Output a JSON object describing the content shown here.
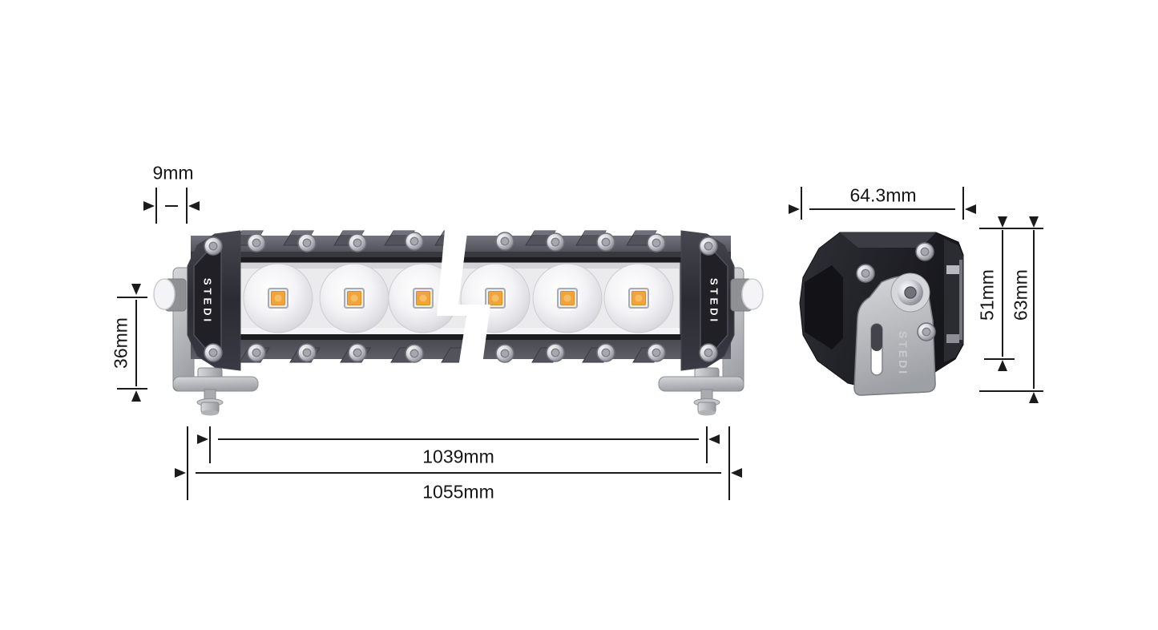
{
  "brand": {
    "front_left_cap": "STEDI",
    "front_right_cap": "STEDI",
    "side_bracket": "STEDI"
  },
  "dimensions": {
    "bracket_bolt_gap": "9mm",
    "bracket_height": "36mm",
    "mounting_centres": "1039mm",
    "overall_length": "1055mm",
    "body_depth": "64.3mm",
    "body_height": "51mm",
    "overall_height": "63mm"
  },
  "led_count": 6,
  "colors": {
    "led_chip": "#f0a43c",
    "dimension_line": "#1b1b1b",
    "bracket_metal": "#b9babd",
    "housing_dark": "#26262c",
    "background": "#ffffff"
  }
}
